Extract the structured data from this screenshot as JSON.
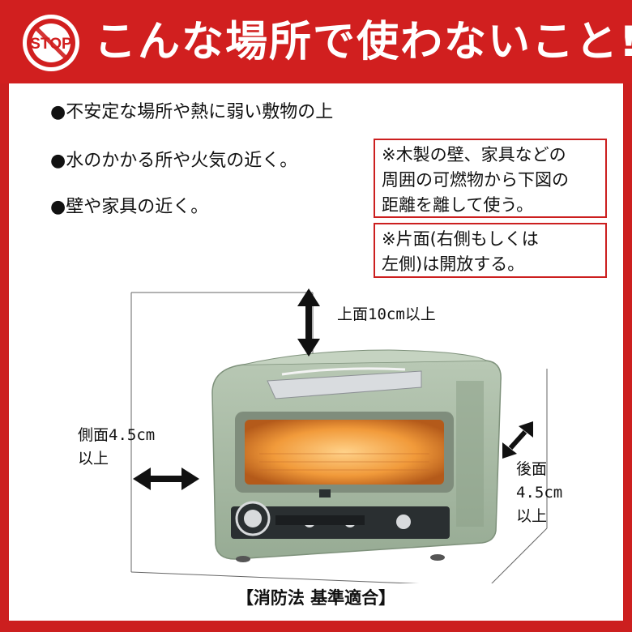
{
  "header": {
    "stop_icon_text": "STOP",
    "title": "こんな場所で使わないこと!",
    "accent_color": "#d11f1f"
  },
  "bullets": [
    "●不安定な場所や熱に弱い敷物の上",
    "●水のかかる所や火気の近く。",
    "●壁や家具の近く。"
  ],
  "notes": [
    [
      "※木製の壁、家具などの",
      "周囲の可燃物から下図の",
      "距離を離して使う。"
    ],
    [
      "※片面(右側もしくは",
      "左側)は開放する。"
    ]
  ],
  "diagram": {
    "top_clearance": "上面10cm以上",
    "side_clearance": [
      "側面4.5cm",
      "以上"
    ],
    "rear_clearance": [
      "後面",
      "4.5cm",
      "以上"
    ],
    "oven_color": "#a9bba6"
  },
  "footer": {
    "label": "【消防法 基準適合】"
  }
}
